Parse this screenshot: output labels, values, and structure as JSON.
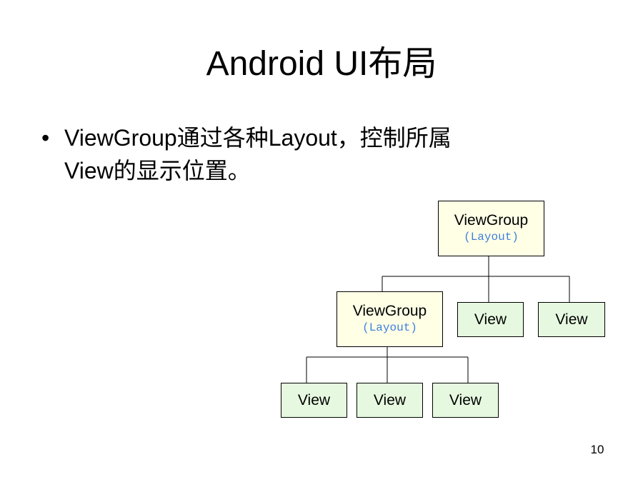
{
  "slide": {
    "title": "Android UI布局",
    "bullet_marker": "•",
    "bullet_line1": "ViewGroup通过各种Layout，控制所属",
    "bullet_line2": "View的显示位置。",
    "page_number": "10"
  },
  "diagram": {
    "root": {
      "title": "ViewGroup",
      "subtitle": "(Layout)"
    },
    "child_group": {
      "title": "ViewGroup",
      "subtitle": "(Layout)"
    },
    "child_views": [
      "View",
      "View"
    ],
    "grandchild_views": [
      "View",
      "View",
      "View"
    ]
  },
  "colors": {
    "group_fill": "#ffffe6",
    "view_fill": "#e6f9e0",
    "layout_text": "#3d7ee0"
  }
}
